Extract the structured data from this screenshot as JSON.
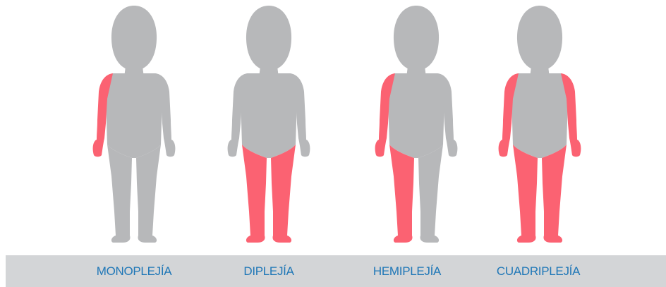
{
  "colors": {
    "body": "#b7b8ba",
    "affected": "#fb6272",
    "label_bar": "#d3d5d7",
    "label_text": "#1f77b7",
    "background": "#ffffff"
  },
  "figures": [
    {
      "label": "MONOPLEJÍA",
      "affected": [
        "right-arm"
      ]
    },
    {
      "label": "DIPLEJÍA",
      "affected": [
        "right-leg",
        "left-leg"
      ]
    },
    {
      "label": "HEMIPLEJÍA",
      "affected": [
        "right-arm",
        "right-leg"
      ]
    },
    {
      "label": "CUADRIPLEJÍA",
      "affected": [
        "right-arm",
        "left-arm",
        "right-leg",
        "left-leg"
      ]
    }
  ]
}
